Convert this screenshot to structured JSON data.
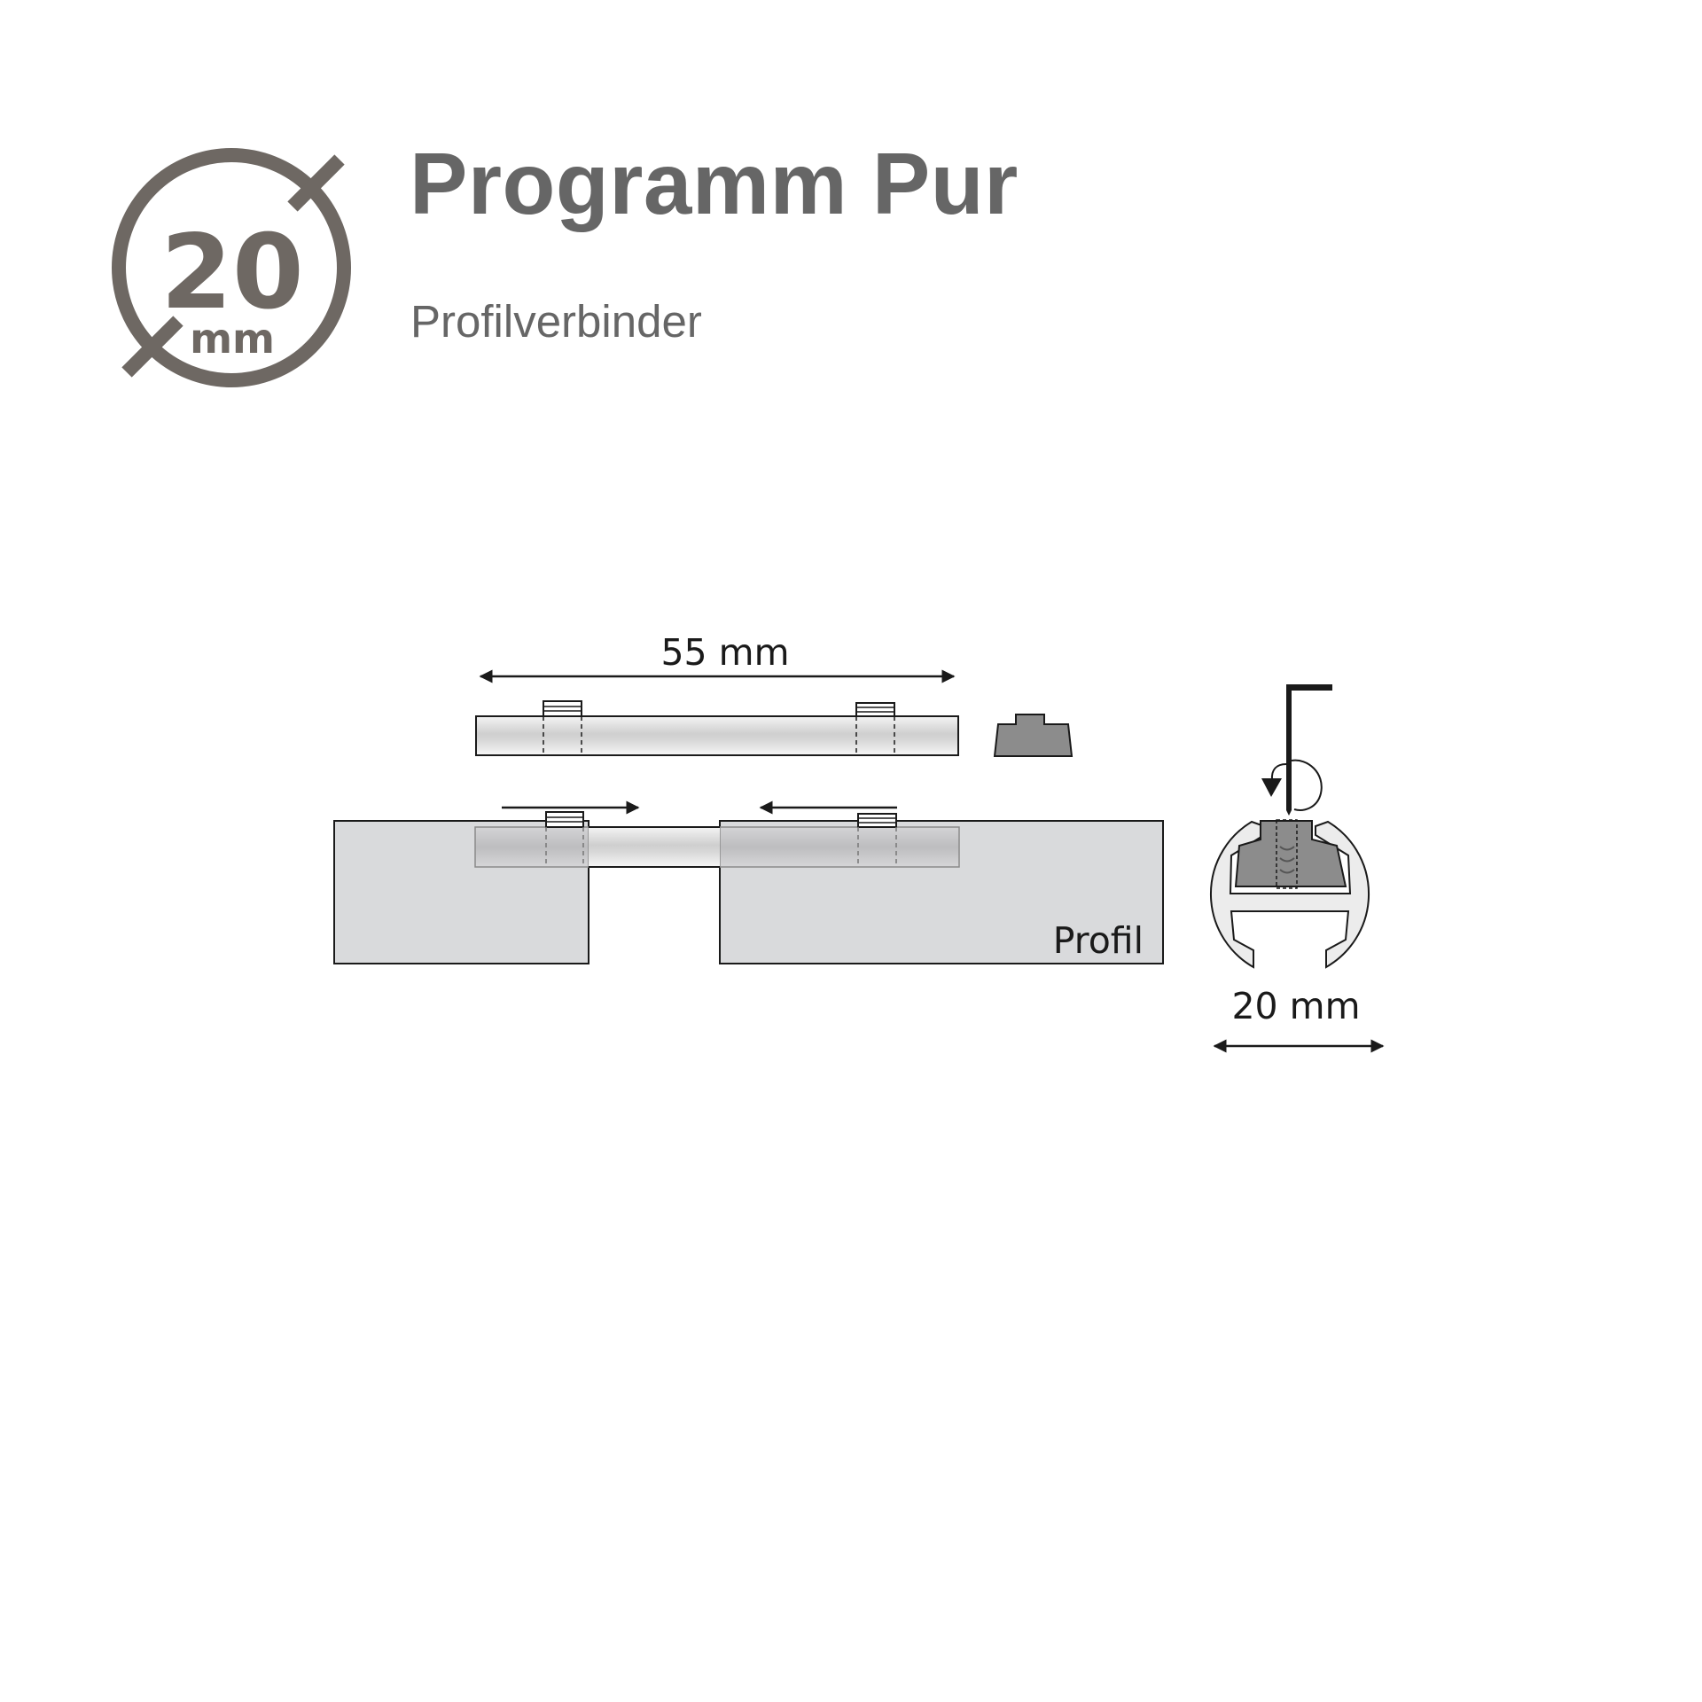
{
  "header": {
    "title": "Programm Pur",
    "subtitle": "Profilverbinder"
  },
  "badge": {
    "icon": "diameter-icon",
    "value": "20",
    "unit": "mm",
    "color": "#6e6863"
  },
  "diagram": {
    "connector_length_label": "55 mm",
    "profile_label": "Profil",
    "profile_width_label": "20 mm",
    "colors": {
      "line": "#1a1a1a",
      "profile_fill": "#d9dadc",
      "insert_fill": "#8c8c8c",
      "cross_section_fill": "#ececec"
    }
  }
}
